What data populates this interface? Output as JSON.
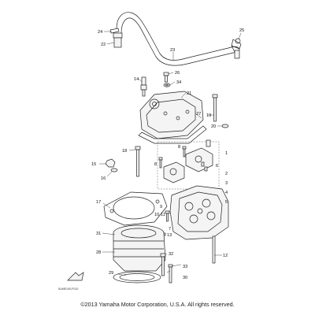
{
  "diagram": {
    "copyright": "©2013 Yamaha Motor Corporation, U.S.A. All rights reserved.",
    "drawing_code": "5UME100-F010",
    "callouts": [
      {
        "id": "c1",
        "label": "1"
      },
      {
        "id": "c2",
        "label": "2"
      },
      {
        "id": "c3",
        "label": "3"
      },
      {
        "id": "c4",
        "label": "4"
      },
      {
        "id": "c5",
        "label": "5"
      },
      {
        "id": "c6",
        "label": "6"
      },
      {
        "id": "c7",
        "label": "7"
      },
      {
        "id": "c8a",
        "label": "8"
      },
      {
        "id": "c8b",
        "label": "8"
      },
      {
        "id": "c9",
        "label": "9"
      },
      {
        "id": "c10",
        "label": "10"
      },
      {
        "id": "c11",
        "label": "11"
      },
      {
        "id": "c12",
        "label": "12"
      },
      {
        "id": "c13",
        "label": "13"
      },
      {
        "id": "c14",
        "label": "14"
      },
      {
        "id": "c15",
        "label": "15"
      },
      {
        "id": "c16",
        "label": "16"
      },
      {
        "id": "c17",
        "label": "17"
      },
      {
        "id": "c18",
        "label": "18"
      },
      {
        "id": "c19",
        "label": "19"
      },
      {
        "id": "c20",
        "label": "20"
      },
      {
        "id": "c21",
        "label": "21"
      },
      {
        "id": "c22",
        "label": "22"
      },
      {
        "id": "c23",
        "label": "23"
      },
      {
        "id": "c24",
        "label": "24"
      },
      {
        "id": "c25",
        "label": "25"
      },
      {
        "id": "c26",
        "label": "26"
      },
      {
        "id": "c27",
        "label": "27"
      },
      {
        "id": "c28",
        "label": "28"
      },
      {
        "id": "c29",
        "label": "29"
      },
      {
        "id": "c30",
        "label": "30"
      },
      {
        "id": "c31",
        "label": "31"
      },
      {
        "id": "c32",
        "label": "32"
      },
      {
        "id": "c33",
        "label": "33"
      },
      {
        "id": "c34",
        "label": "34"
      }
    ]
  }
}
